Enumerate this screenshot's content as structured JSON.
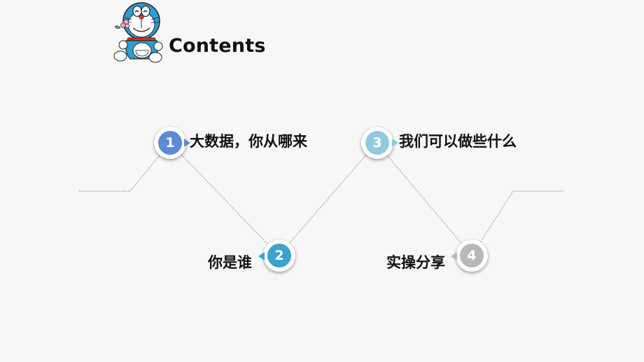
{
  "title": "Contents",
  "colors": {
    "item1": "#5b8bd6",
    "item2": "#3ba3d0",
    "item3": "#8fcbe0",
    "item4": "#b8b8b8",
    "line": "#9a9a9a"
  },
  "items": [
    {
      "number": "1",
      "label": "大数据，你从哪来"
    },
    {
      "number": "2",
      "label": "你是谁"
    },
    {
      "number": "3",
      "label": "我们可以做些什么"
    },
    {
      "number": "4",
      "label": "实操分享"
    }
  ]
}
